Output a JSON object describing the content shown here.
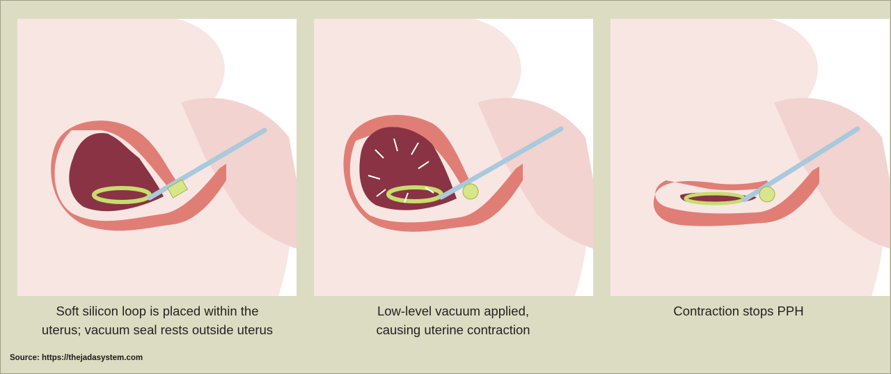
{
  "panels": [
    {
      "caption_lines": [
        "Soft silicon loop is placed within the",
        "uterus; vacuum seal rests outside uterus"
      ]
    },
    {
      "caption_lines": [
        "Low-level vacuum applied,",
        "causing uterine contraction"
      ]
    },
    {
      "caption_lines": [
        "Contraction stops PPH"
      ]
    }
  ],
  "source": "Source: https://thejadasystem.com",
  "colors": {
    "frame": "#dcdcc3",
    "body_light": "#f8e6e3",
    "body_mid": "#f2d3cf",
    "uterus_wall": "#e07e76",
    "uterus_cavity": "#8a3344",
    "loop": "#c7dd6f",
    "tube": "#a9c9dd",
    "seal": "#d8e68a"
  }
}
